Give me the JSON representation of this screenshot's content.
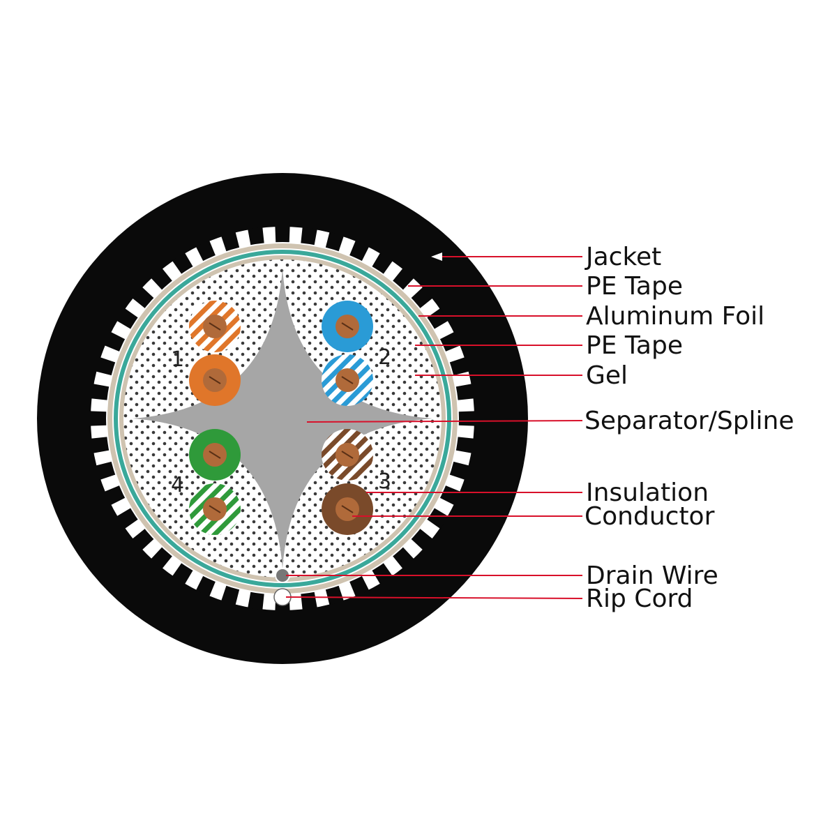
{
  "labels": {
    "jacket": "Jacket",
    "pe_tape_outer": "PE Tape",
    "aluminum_foil": "Aluminum Foil",
    "pe_tape_inner": "PE Tape",
    "gel": "Gel",
    "separator": "Separator/Spline",
    "insulation": "Insulation",
    "conductor": "Conductor",
    "drain_wire": "Drain Wire",
    "rip_cord": "Rip Cord"
  },
  "pair_numbers": {
    "p1": "1",
    "p2": "2",
    "p3": "3",
    "p4": "4"
  },
  "colors": {
    "jacket": "#0a0a0a",
    "pe_tape": "#cfc3b0",
    "aluminum_foil": "#3aa89a",
    "spline": "#a6a6a6",
    "copper": "#b06a3a",
    "leader": "#d8102a",
    "orange": "#e0762a",
    "blue": "#2a9bd6",
    "green": "#2f9a3a",
    "brown": "#7a4a2a"
  }
}
